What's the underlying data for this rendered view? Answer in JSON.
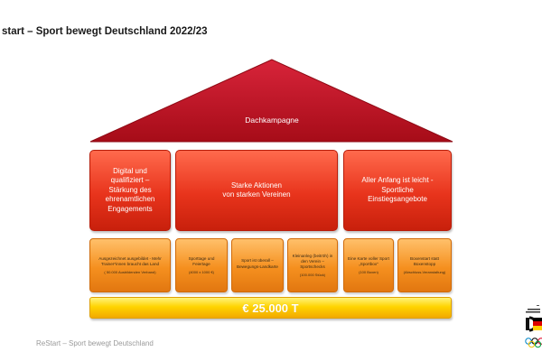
{
  "title": "start – Sport bewegt Deutschland  2022/23",
  "roof": {
    "label": "Dachkampagne"
  },
  "pillars": [
    {
      "text": "Digital und\nqualifiziert –\nStärkung des\nehrenamtlichen\nEngagements"
    },
    {
      "text": "Starke Aktionen\nvon starken Vereinen"
    },
    {
      "text": "Aller Anfang ist leicht -\nSportliche\nEinstiegsangebote"
    }
  ],
  "measures": [
    {
      "main": "Ausgezeichnet ausgebildet - Mehr\nTrainer*innen braucht das Land",
      "sub": "( 50.000 Ausbildenden Verband)"
    },
    {
      "main": "Sporttage und\nFeiertage",
      "sub": "(4000 x 1000 €)"
    },
    {
      "main": "Sport ist überall –\nBewegungs-Landkarte",
      "sub": ""
    },
    {
      "main": "Kleinanleg (beitröh) in\nden Verein –\nSportschecks",
      "sub": "(100.000 Stück)"
    },
    {
      "main": "Eine Karte voller Sport\n„Sportbox\"",
      "sub": "(100 Boxen)"
    },
    {
      "main": "Boxenstart statt\nBoxenstopp",
      "sub": "(Abschluss-Veranstaltung)"
    }
  ],
  "budget": {
    "label": "€ 25.000 T"
  },
  "footer": {
    "text": "ReStart – Sport bewegt Deutschland"
  },
  "colors": {
    "roof": "#b5101c",
    "pillar": "#e8341c",
    "measure": "#f5901f",
    "budget": "#ffd400"
  }
}
